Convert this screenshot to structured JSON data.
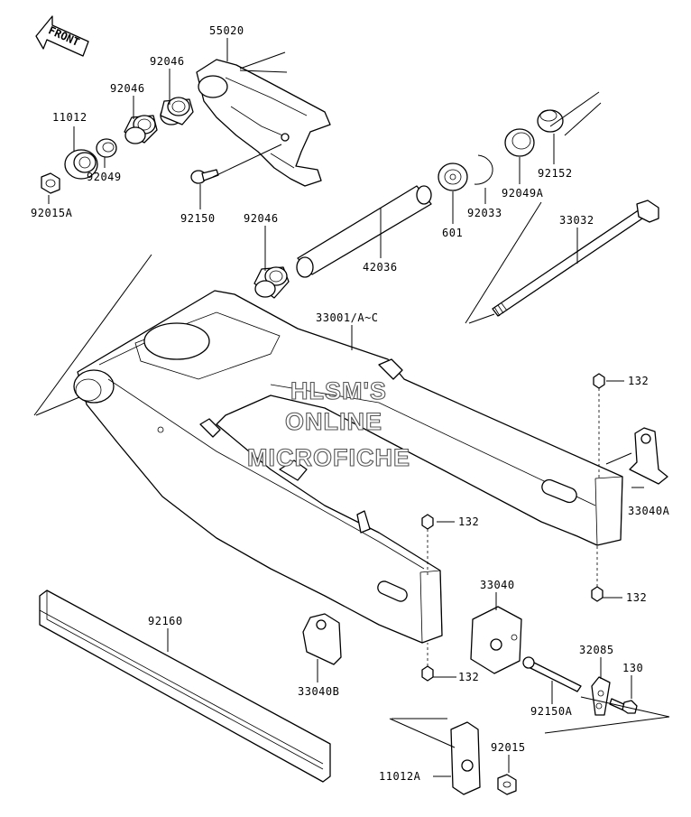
{
  "front_badge": {
    "text": "FRONT"
  },
  "watermark": {
    "lines": [
      "HLSM'S",
      "ONLINE",
      "MICROFICHE"
    ]
  },
  "parts": [
    {
      "id": "55020",
      "label": "55020"
    },
    {
      "id": "92046a",
      "label": "92046"
    },
    {
      "id": "92046b",
      "label": "92046"
    },
    {
      "id": "11012",
      "label": "11012"
    },
    {
      "id": "92049",
      "label": "92049"
    },
    {
      "id": "92015A",
      "label": "92015A"
    },
    {
      "id": "92150",
      "label": "92150"
    },
    {
      "id": "92046c",
      "label": "92046"
    },
    {
      "id": "42036",
      "label": "42036"
    },
    {
      "id": "601",
      "label": "601"
    },
    {
      "id": "92033",
      "label": "92033"
    },
    {
      "id": "92049A",
      "label": "92049A"
    },
    {
      "id": "92152",
      "label": "92152"
    },
    {
      "id": "33032",
      "label": "33032"
    },
    {
      "id": "33001",
      "label": "33001/A~C"
    },
    {
      "id": "132a",
      "label": "132"
    },
    {
      "id": "33040A",
      "label": "33040A"
    },
    {
      "id": "132b",
      "label": "132"
    },
    {
      "id": "132c",
      "label": "132"
    },
    {
      "id": "33040",
      "label": "33040"
    },
    {
      "id": "92160",
      "label": "92160"
    },
    {
      "id": "33040B",
      "label": "33040B"
    },
    {
      "id": "132d",
      "label": "132"
    },
    {
      "id": "32085",
      "label": "32085"
    },
    {
      "id": "130",
      "label": "130"
    },
    {
      "id": "92150A",
      "label": "92150A"
    },
    {
      "id": "92015",
      "label": "92015"
    },
    {
      "id": "11012A",
      "label": "11012A"
    }
  ]
}
